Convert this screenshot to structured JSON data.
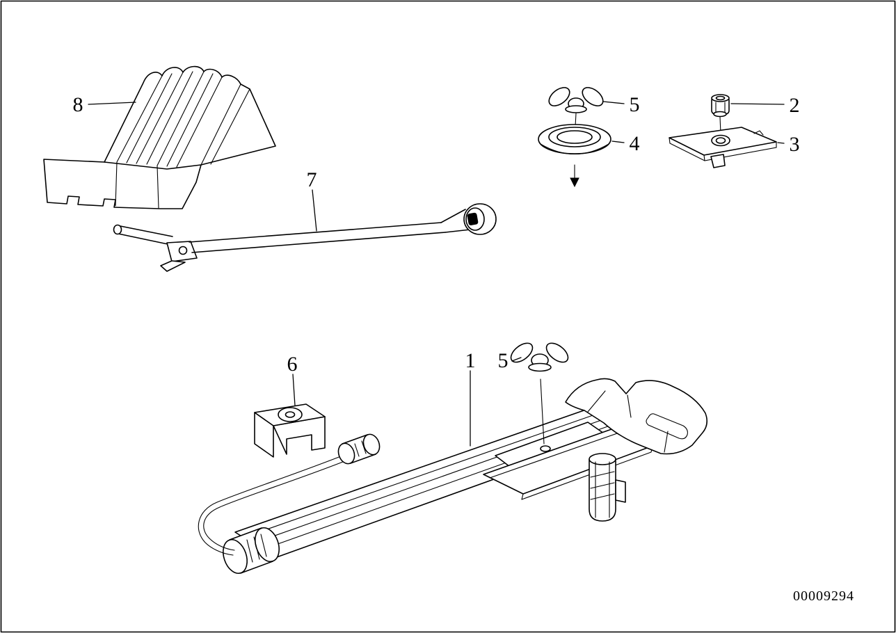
{
  "figure": {
    "doc_number": "00009294",
    "callouts": [
      {
        "part": "8",
        "target": "wheel-chock"
      },
      {
        "part": "7",
        "target": "lug-wrench"
      },
      {
        "part": "5",
        "target": "wing-nut-upper"
      },
      {
        "part": "4",
        "target": "rubber-grommet"
      },
      {
        "part": "2",
        "target": "cap-nut"
      },
      {
        "part": "3",
        "target": "mounting-plate"
      },
      {
        "part": "6",
        "target": "clamp-bracket"
      },
      {
        "part": "1",
        "target": "scissor-jack"
      },
      {
        "part": "5",
        "target": "wing-nut-lower"
      }
    ]
  },
  "style": {
    "ink": "#000000",
    "paper": "#ffffff"
  }
}
